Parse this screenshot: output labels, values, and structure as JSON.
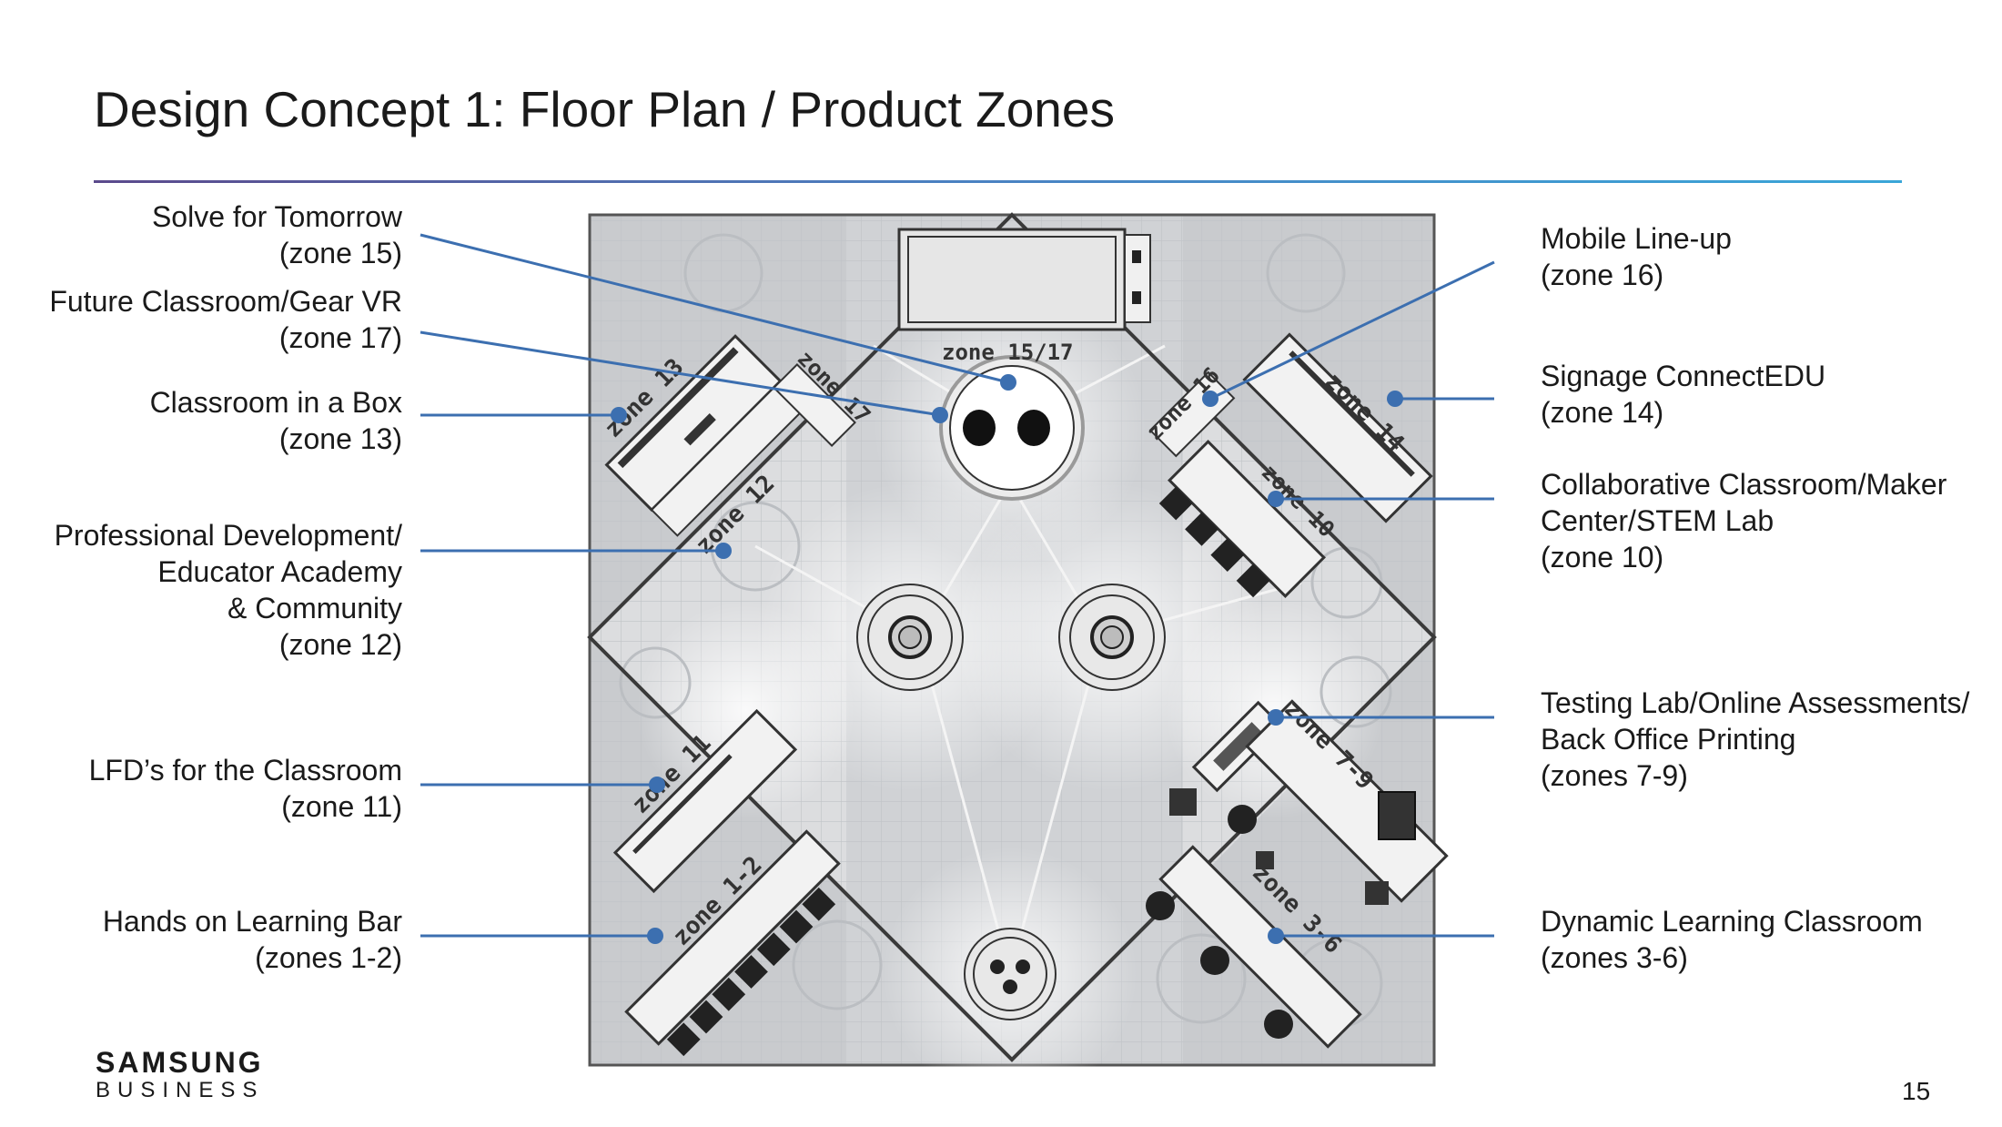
{
  "title": "Design Concept 1: Floor Plan / Product Zones",
  "labels_left": [
    {
      "lines": [
        "Solve for Tomorrow",
        "(zone 15)"
      ]
    },
    {
      "lines": [
        "Future Classroom/Gear VR",
        "(zone 17)"
      ]
    },
    {
      "lines": [
        "Classroom in a Box",
        "(zone 13)"
      ]
    },
    {
      "lines": [
        "Professional Development/",
        "Educator Academy",
        "& Community",
        "(zone 12)"
      ]
    },
    {
      "lines": [
        "LFD’s for the Classroom",
        "(zone 11)"
      ]
    },
    {
      "lines": [
        "Hands on Learning Bar",
        "(zones 1-2)"
      ]
    }
  ],
  "labels_right": [
    {
      "lines": [
        "Mobile Line-up",
        "(zone 16)"
      ]
    },
    {
      "lines": [
        "Signage ConnectEDU",
        "(zone 14)"
      ]
    },
    {
      "lines": [
        "Collaborative Classroom/Maker",
        "Center/STEM Lab",
        "(zone 10)"
      ]
    },
    {
      "lines": [
        "Testing Lab/Online Assessments/",
        "Back Office Printing",
        "(zones 7-9)"
      ]
    },
    {
      "lines": [
        "Dynamic Learning Classroom",
        "(zones 3-6)"
      ]
    }
  ],
  "plan_zone_labels": [
    "zone 15/17",
    "zone 17",
    "zone 13",
    "zone 12",
    "zone 16",
    "zone 14",
    "zone 10",
    "zone 11",
    "zone 1-2",
    "zone 7-9",
    "zone 3-6"
  ],
  "colors": {
    "leader": "#3c6fb0",
    "rule_start": "#5b4a8c",
    "rule_end": "#3aa6d8"
  },
  "logo": {
    "line1": "SAMSUNG",
    "line2": "BUSINESS"
  },
  "page_number": "15"
}
